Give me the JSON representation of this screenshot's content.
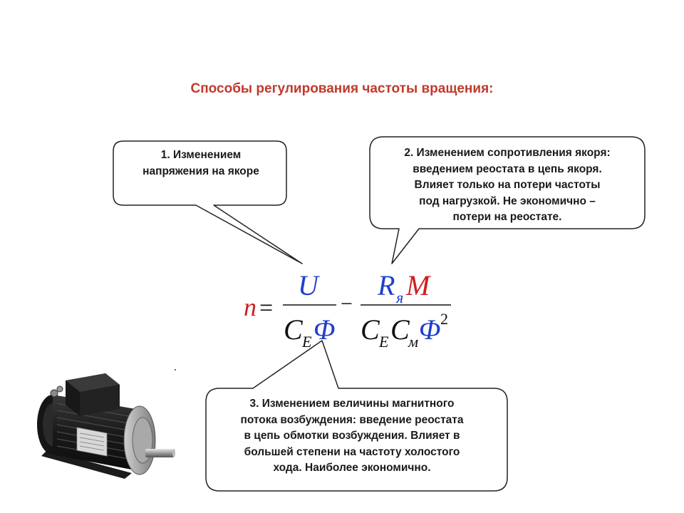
{
  "title": "Способы регулирования частоты вращения:",
  "callouts": [
    {
      "lines": [
        "1. Изменением",
        "напряжения на якоре"
      ]
    },
    {
      "lines": [
        "2. Изменением сопротивления якоря:",
        "введением реостата в цепь якоря.",
        "Влияет только на потери частоты",
        "под нагрузкой. Не экономично –",
        "потери на реостате."
      ]
    },
    {
      "lines": [
        "3. Изменением величины магнитного",
        "потока возбуждения: введение реостата",
        "в цепь обмотки возбуждения. Влияет в",
        "большей степени на частоту холостого",
        "хода. Наиболее экономично."
      ]
    }
  ],
  "formula": {
    "n": "n",
    "equals": "=",
    "minus": "−",
    "U": "U",
    "C": "C",
    "E": "E",
    "Phi": "Φ",
    "R": "R",
    "ya": "я",
    "M": "M",
    "m": "м",
    "two": "2"
  },
  "colors": {
    "title": "#c0392b",
    "formula_red": "#cc1f1f",
    "formula_blue": "#1f3fcc",
    "formula_black": "#111111",
    "callout_border": "#222222"
  },
  "icons": {
    "motor": "electric-motor-icon"
  }
}
